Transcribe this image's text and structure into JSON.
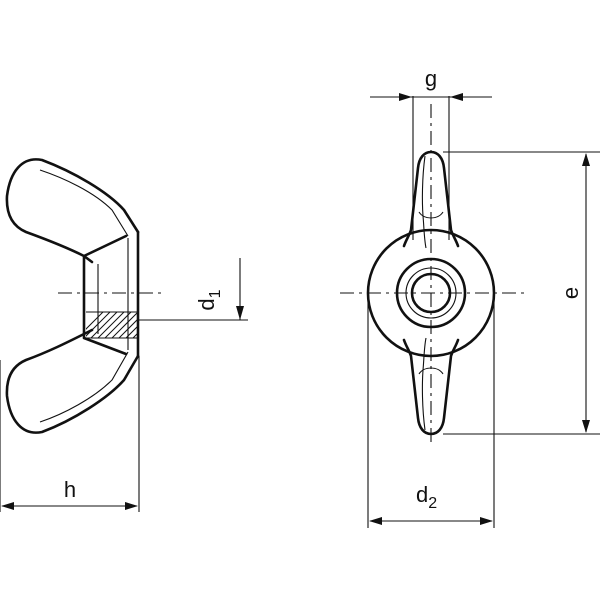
{
  "drawing": {
    "labels": {
      "h": "h",
      "d": "d",
      "d1_sub": "1",
      "d2_sub": "2",
      "g": "g",
      "e": "e"
    }
  }
}
